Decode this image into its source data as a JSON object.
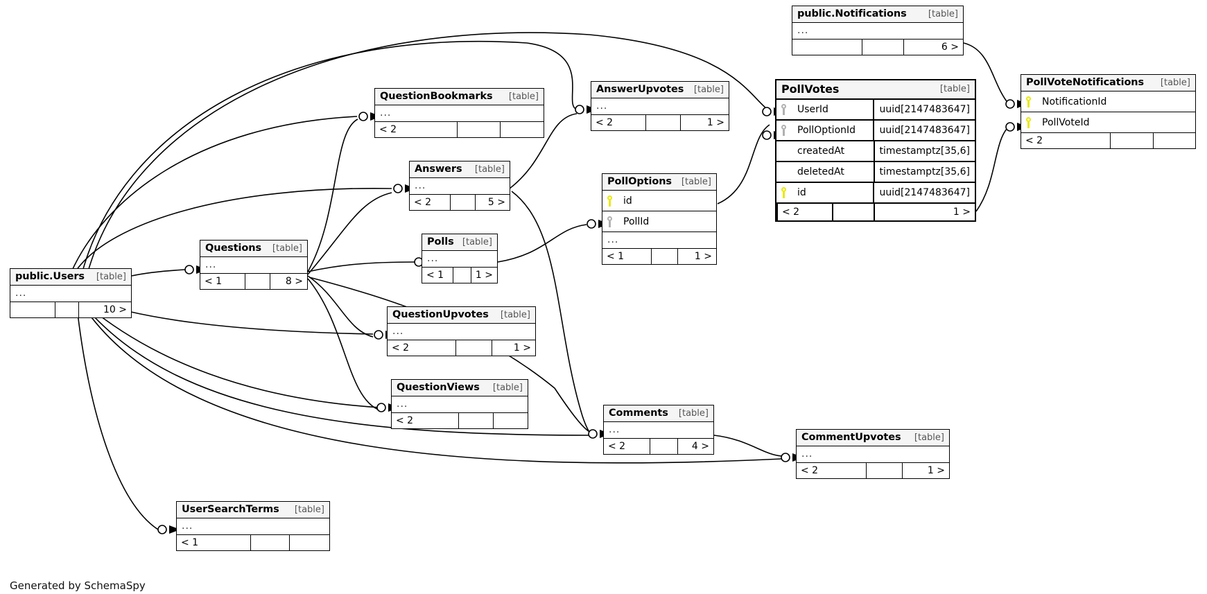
{
  "diagram": {
    "caption": "Generated by SchemaSpy",
    "table_tag": "[table]",
    "ellipsis": "...",
    "colors": {
      "primary_key": "#e8e80a",
      "foreign_key": "#b0b0b0",
      "header_bg": "#f5f5f5",
      "border": "#000000"
    }
  },
  "tables": [
    {
      "id": "notifications",
      "name": "public.Notifications",
      "tag": "[table]",
      "has_ellipsis": true,
      "columns": [],
      "footer": [
        "",
        "",
        "6 >"
      ],
      "emphasized": false
    },
    {
      "id": "pollvotes",
      "name": "PollVotes",
      "tag": "[table]",
      "has_ellipsis": false,
      "columns": [
        {
          "key": "fk",
          "name": "UserId",
          "type": "uuid[2147483647]"
        },
        {
          "key": "fk",
          "name": "PollOptionId",
          "type": "uuid[2147483647]"
        },
        {
          "key": "none",
          "name": "createdAt",
          "type": "timestamptz[35,6]"
        },
        {
          "key": "none",
          "name": "deletedAt",
          "type": "timestamptz[35,6]"
        },
        {
          "key": "pk",
          "name": "id",
          "type": "uuid[2147483647]"
        }
      ],
      "footer": [
        "< 2",
        "",
        "1 >"
      ],
      "emphasized": true
    },
    {
      "id": "pollvotenotifications",
      "name": "PollVoteNotifications",
      "tag": "[table]",
      "has_ellipsis": false,
      "columns": [
        {
          "key": "pk",
          "name": "NotificationId",
          "type": ""
        },
        {
          "key": "pk",
          "name": "PollVoteId",
          "type": ""
        }
      ],
      "footer": [
        "< 2",
        "",
        ""
      ],
      "emphasized": false
    },
    {
      "id": "answerupvotes",
      "name": "AnswerUpvotes",
      "tag": "[table]",
      "has_ellipsis": true,
      "columns": [],
      "footer": [
        "< 2",
        "",
        "1 >"
      ],
      "emphasized": false
    },
    {
      "id": "questionbookmarks",
      "name": "QuestionBookmarks",
      "tag": "[table]",
      "has_ellipsis": true,
      "columns": [],
      "footer": [
        "< 2",
        "",
        ""
      ],
      "emphasized": false
    },
    {
      "id": "answers",
      "name": "Answers",
      "tag": "[table]",
      "has_ellipsis": true,
      "columns": [],
      "footer": [
        "< 2",
        "",
        "5 >"
      ],
      "emphasized": false
    },
    {
      "id": "polloptions",
      "name": "PollOptions",
      "tag": "[table]",
      "has_ellipsis": true,
      "columns": [
        {
          "key": "pk",
          "name": "id",
          "type": ""
        },
        {
          "key": "fk",
          "name": "PollId",
          "type": ""
        }
      ],
      "footer": [
        "< 1",
        "",
        "1 >"
      ],
      "emphasized": false
    },
    {
      "id": "polls",
      "name": "Polls",
      "tag": "[table]",
      "has_ellipsis": true,
      "columns": [],
      "footer": [
        "< 1",
        "",
        "1 >"
      ],
      "emphasized": false
    },
    {
      "id": "questions",
      "name": "Questions",
      "tag": "[table]",
      "has_ellipsis": true,
      "columns": [],
      "footer": [
        "< 1",
        "",
        "8 >"
      ],
      "emphasized": false
    },
    {
      "id": "users",
      "name": "public.Users",
      "tag": "[table]",
      "has_ellipsis": true,
      "columns": [],
      "footer": [
        "",
        "",
        "10 >"
      ],
      "emphasized": false
    },
    {
      "id": "questionupvotes",
      "name": "QuestionUpvotes",
      "tag": "[table]",
      "has_ellipsis": true,
      "columns": [],
      "footer": [
        "< 2",
        "",
        "1 >"
      ],
      "emphasized": false
    },
    {
      "id": "questionviews",
      "name": "QuestionViews",
      "tag": "[table]",
      "has_ellipsis": true,
      "columns": [],
      "footer": [
        "< 2",
        "",
        ""
      ],
      "emphasized": false
    },
    {
      "id": "comments",
      "name": "Comments",
      "tag": "[table]",
      "has_ellipsis": true,
      "columns": [],
      "footer": [
        "< 2",
        "",
        "4 >"
      ],
      "emphasized": false
    },
    {
      "id": "commentupvotes",
      "name": "CommentUpvotes",
      "tag": "[table]",
      "has_ellipsis": true,
      "columns": [],
      "footer": [
        "< 2",
        "",
        "1 >"
      ],
      "emphasized": false
    },
    {
      "id": "usersearchterms",
      "name": "UserSearchTerms",
      "tag": "[table]",
      "has_ellipsis": true,
      "columns": [],
      "footer": [
        "< 1",
        "",
        ""
      ],
      "emphasized": false
    }
  ]
}
